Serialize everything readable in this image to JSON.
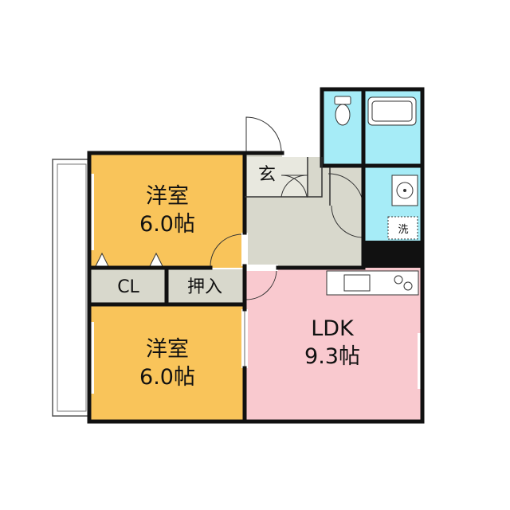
{
  "rooms": {
    "western_top": {
      "name": "洋室",
      "size": "6.0帖"
    },
    "western_bottom": {
      "name": "洋室",
      "size": "6.0帖"
    },
    "ldk": {
      "name": "LDK",
      "size": "9.3帖"
    },
    "closet": {
      "name": "CL"
    },
    "oshiire": {
      "name": "押入"
    },
    "genkan": {
      "name": "玄"
    },
    "washer": {
      "name": "洗"
    }
  },
  "colors": {
    "western": "#f9c45a",
    "ldk": "#f9c9cf",
    "storage": "#d8d8cc",
    "entrance": "#d8d8cc",
    "wet": "#a6ecf7",
    "wall": "#111111"
  }
}
